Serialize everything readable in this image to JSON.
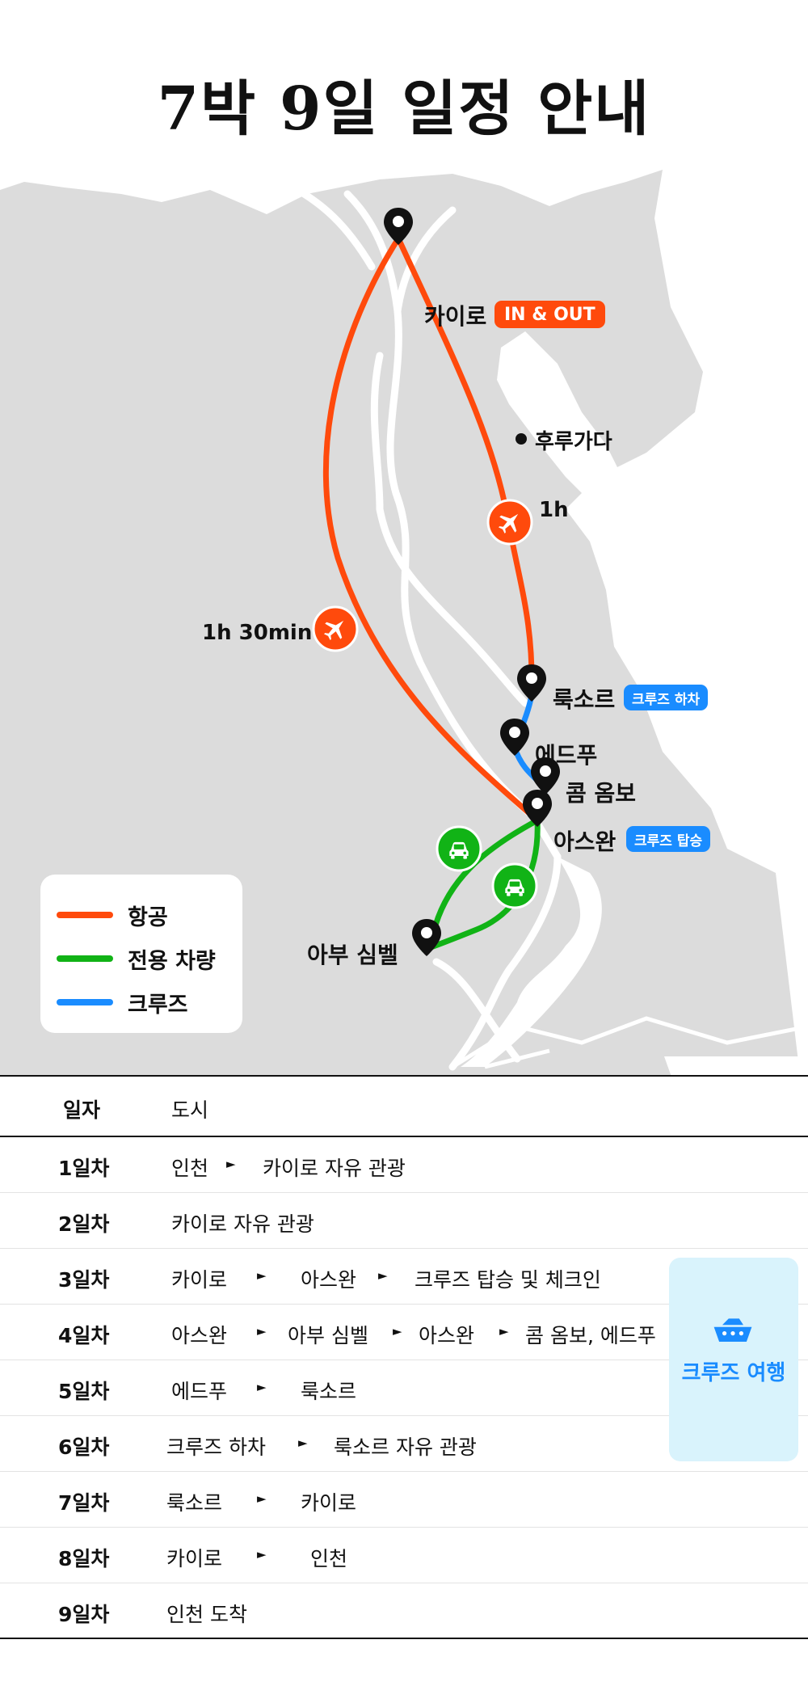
{
  "title": "7박 9일 일정 안내",
  "map": {
    "places": {
      "cairo": "카이로",
      "hurghada": "후루가다",
      "luxor": "룩소르",
      "edfu": "에드푸",
      "kom_ombo": "콤 옴보",
      "aswan": "아스완",
      "abu_simbel": "아부 심벨"
    },
    "tags": {
      "cairo": "IN & OUT",
      "luxor": "크루즈 하차",
      "aswan": "크루즈 탑승"
    },
    "durations": {
      "flight_cairo_luxor": "1h",
      "flight_cairo_aswan": "1h 30min"
    },
    "colors": {
      "flight": "#ff4a0c",
      "car": "#11b316",
      "cruise": "#1a8cff",
      "land": "#dcdcdc",
      "water": "#ffffff"
    },
    "icons": [
      "map-pin-icon",
      "airplane-icon",
      "car-icon",
      "ship-icon"
    ]
  },
  "legend": [
    {
      "label": "항공",
      "color": "#ff4a0c"
    },
    {
      "label": "전용 차량",
      "color": "#11b316"
    },
    {
      "label": "크루즈",
      "color": "#1a8cff"
    }
  ],
  "table": {
    "headers": {
      "day": "일자",
      "city": "도시"
    },
    "rows": [
      {
        "day": "1일차",
        "cities": [
          "인천",
          "카이로 자유 관광"
        ]
      },
      {
        "day": "2일차",
        "cities": [
          "카이로 자유 관광"
        ]
      },
      {
        "day": "3일차",
        "cities": [
          "카이로",
          "아스완",
          "크루즈 탑승 및 체크인"
        ]
      },
      {
        "day": "4일차",
        "cities": [
          "아스완",
          "아부 심벨",
          "아스완",
          "콤 옴보, 에드푸"
        ]
      },
      {
        "day": "5일차",
        "cities": [
          "에드푸",
          "룩소르"
        ]
      },
      {
        "day": "6일차",
        "cities": [
          "크루즈 하차",
          "룩소르 자유 관광"
        ]
      },
      {
        "day": "7일차",
        "cities": [
          "룩소르",
          "카이로"
        ]
      },
      {
        "day": "8일차",
        "cities": [
          "카이로",
          "인천"
        ]
      },
      {
        "day": "9일차",
        "cities": [
          "인천 도착"
        ]
      }
    ],
    "arrow_glyph": "►",
    "cruise_label": "크루즈 여행"
  }
}
